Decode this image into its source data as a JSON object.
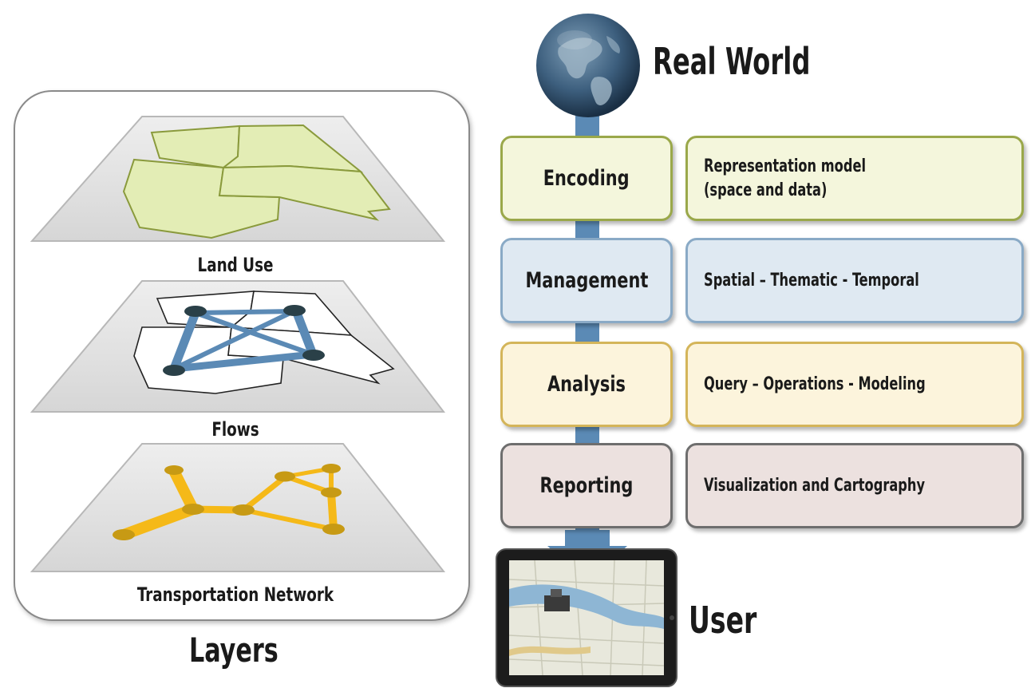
{
  "layers": {
    "title": "Layers",
    "items": [
      {
        "label": "Land Use"
      },
      {
        "label": "Flows"
      },
      {
        "label": "Transportation Network"
      }
    ]
  },
  "pipeline": {
    "top": "Real World",
    "bottom": "User",
    "stages": [
      {
        "name": "Encoding",
        "desc_line1": "Representation model",
        "desc_line2": "(space and data)"
      },
      {
        "name": "Management",
        "desc_line1": "Spatial – Thematic - Temporal",
        "desc_line2": ""
      },
      {
        "name": "Analysis",
        "desc_line1": "Query – Operations - Modeling",
        "desc_line2": ""
      },
      {
        "name": "Reporting",
        "desc_line1": "Visualization and Cartography",
        "desc_line2": ""
      }
    ]
  },
  "colors": {
    "encoding": "#f4f6dc",
    "management": "#dfe9f2",
    "analysis": "#fcf4dc",
    "reporting": "#ece1df",
    "connector": "#5b8ab5",
    "network": "#f5b918"
  }
}
